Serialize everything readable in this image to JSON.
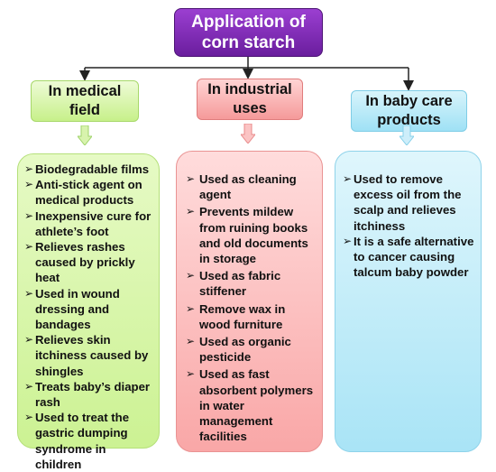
{
  "title": "Application of corn starch",
  "categories": {
    "medical": {
      "label": "In medical field",
      "color": "#c7f08a",
      "items": [
        "Biodegradable films",
        "Anti-stick agent on medical products",
        "Inexpensive cure for athlete’s foot",
        "Relieves rashes caused by prickly heat",
        "Used in wound dressing and bandages",
        "Relieves skin itchiness caused by shingles",
        "Treats baby’s diaper rash",
        "Used to treat the gastric dumping syndrome in children"
      ]
    },
    "industrial": {
      "label": "In industrial uses",
      "color": "#f59a9a",
      "items": [
        "Used as cleaning agent",
        "Prevents mildew from ruining books and old documents in storage",
        "Used as fabric stiffener",
        "Remove wax in wood furniture",
        "Used as organic pesticide",
        "Used as fast absorbent polymers in water management facilities"
      ]
    },
    "baby": {
      "label": "In baby care products",
      "color": "#9fe1f5",
      "items": [
        "Used to remove excess oil from the scalp and relieves itchiness",
        "It is a safe alternative to cancer causing talcum baby powder"
      ]
    }
  },
  "colors": {
    "title_box": "#7a2bb3",
    "connector": "#222222"
  }
}
